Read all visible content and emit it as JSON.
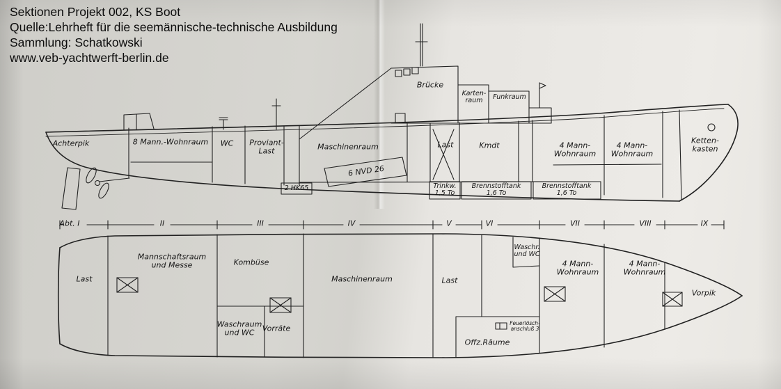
{
  "header": {
    "line1": "Sektionen Projekt 002, KS Boot",
    "line2": "Quelle:Lehrheft für die seemännische-technische Ausbildung",
    "line3": "Sammlung: Schatkowski",
    "line4": "www.veb-yachtwerft-berlin.de"
  },
  "side_view": {
    "labels": {
      "achterpik": "Achterpik",
      "wohnraum_8": "8 Mann.-Wohnraum",
      "wc": "WC",
      "proviant_last": "Proviant-\nLast",
      "maschinenraum": "Maschinenraum",
      "motor": "6 NVD 26",
      "hilfsmotor": "2 HK65",
      "bruecke": "Brücke",
      "kartenraum": "Karten-\nraum",
      "funkraum": "Funkraum",
      "last": "Last",
      "kmdt": "Kmdt",
      "trinkwasser": "Trinkw.\n1,5 To",
      "brennstofftank_1": "Brennstofftank\n1,6 To",
      "brennstofftank_2": "Brennstofftank\n1,6 To",
      "wohnraum_4_achtern": "4 Mann-\nWohnraum",
      "wohnraum_4_vorn": "4 Mann-\nWohnraum",
      "kettenkasten": "Ketten-\nkasten"
    }
  },
  "plan_view": {
    "sections": [
      "Abt. I",
      "II",
      "III",
      "IV",
      "V",
      "VI",
      "VII",
      "VIII",
      "IX"
    ],
    "labels": {
      "last_achtern": "Last",
      "mannschaftsraum": "Mannschaftsraum\nund Messe",
      "kombuese": "Kombüse",
      "maschinenraum": "Maschinenraum",
      "last_mitte": "Last",
      "waschraum_wc_vorn": "Waschr.\nund WC",
      "wohnraum_4_a": "4 Mann-\nWohnraum",
      "wohnraum_4_b": "4 Mann-\nWohnraum",
      "vorpik": "Vorpik",
      "waschraum_wc": "Waschraum\nund WC",
      "vorraete": "Vorräte",
      "offiziersraeume": "Offz.Räume",
      "feuerloeschanschluss": "Feuerlösch-\nanschluß 3"
    }
  },
  "colors": {
    "ink": "#1e1e1e",
    "paper_left": "#d3d2cd",
    "paper_right": "#eceae6"
  }
}
